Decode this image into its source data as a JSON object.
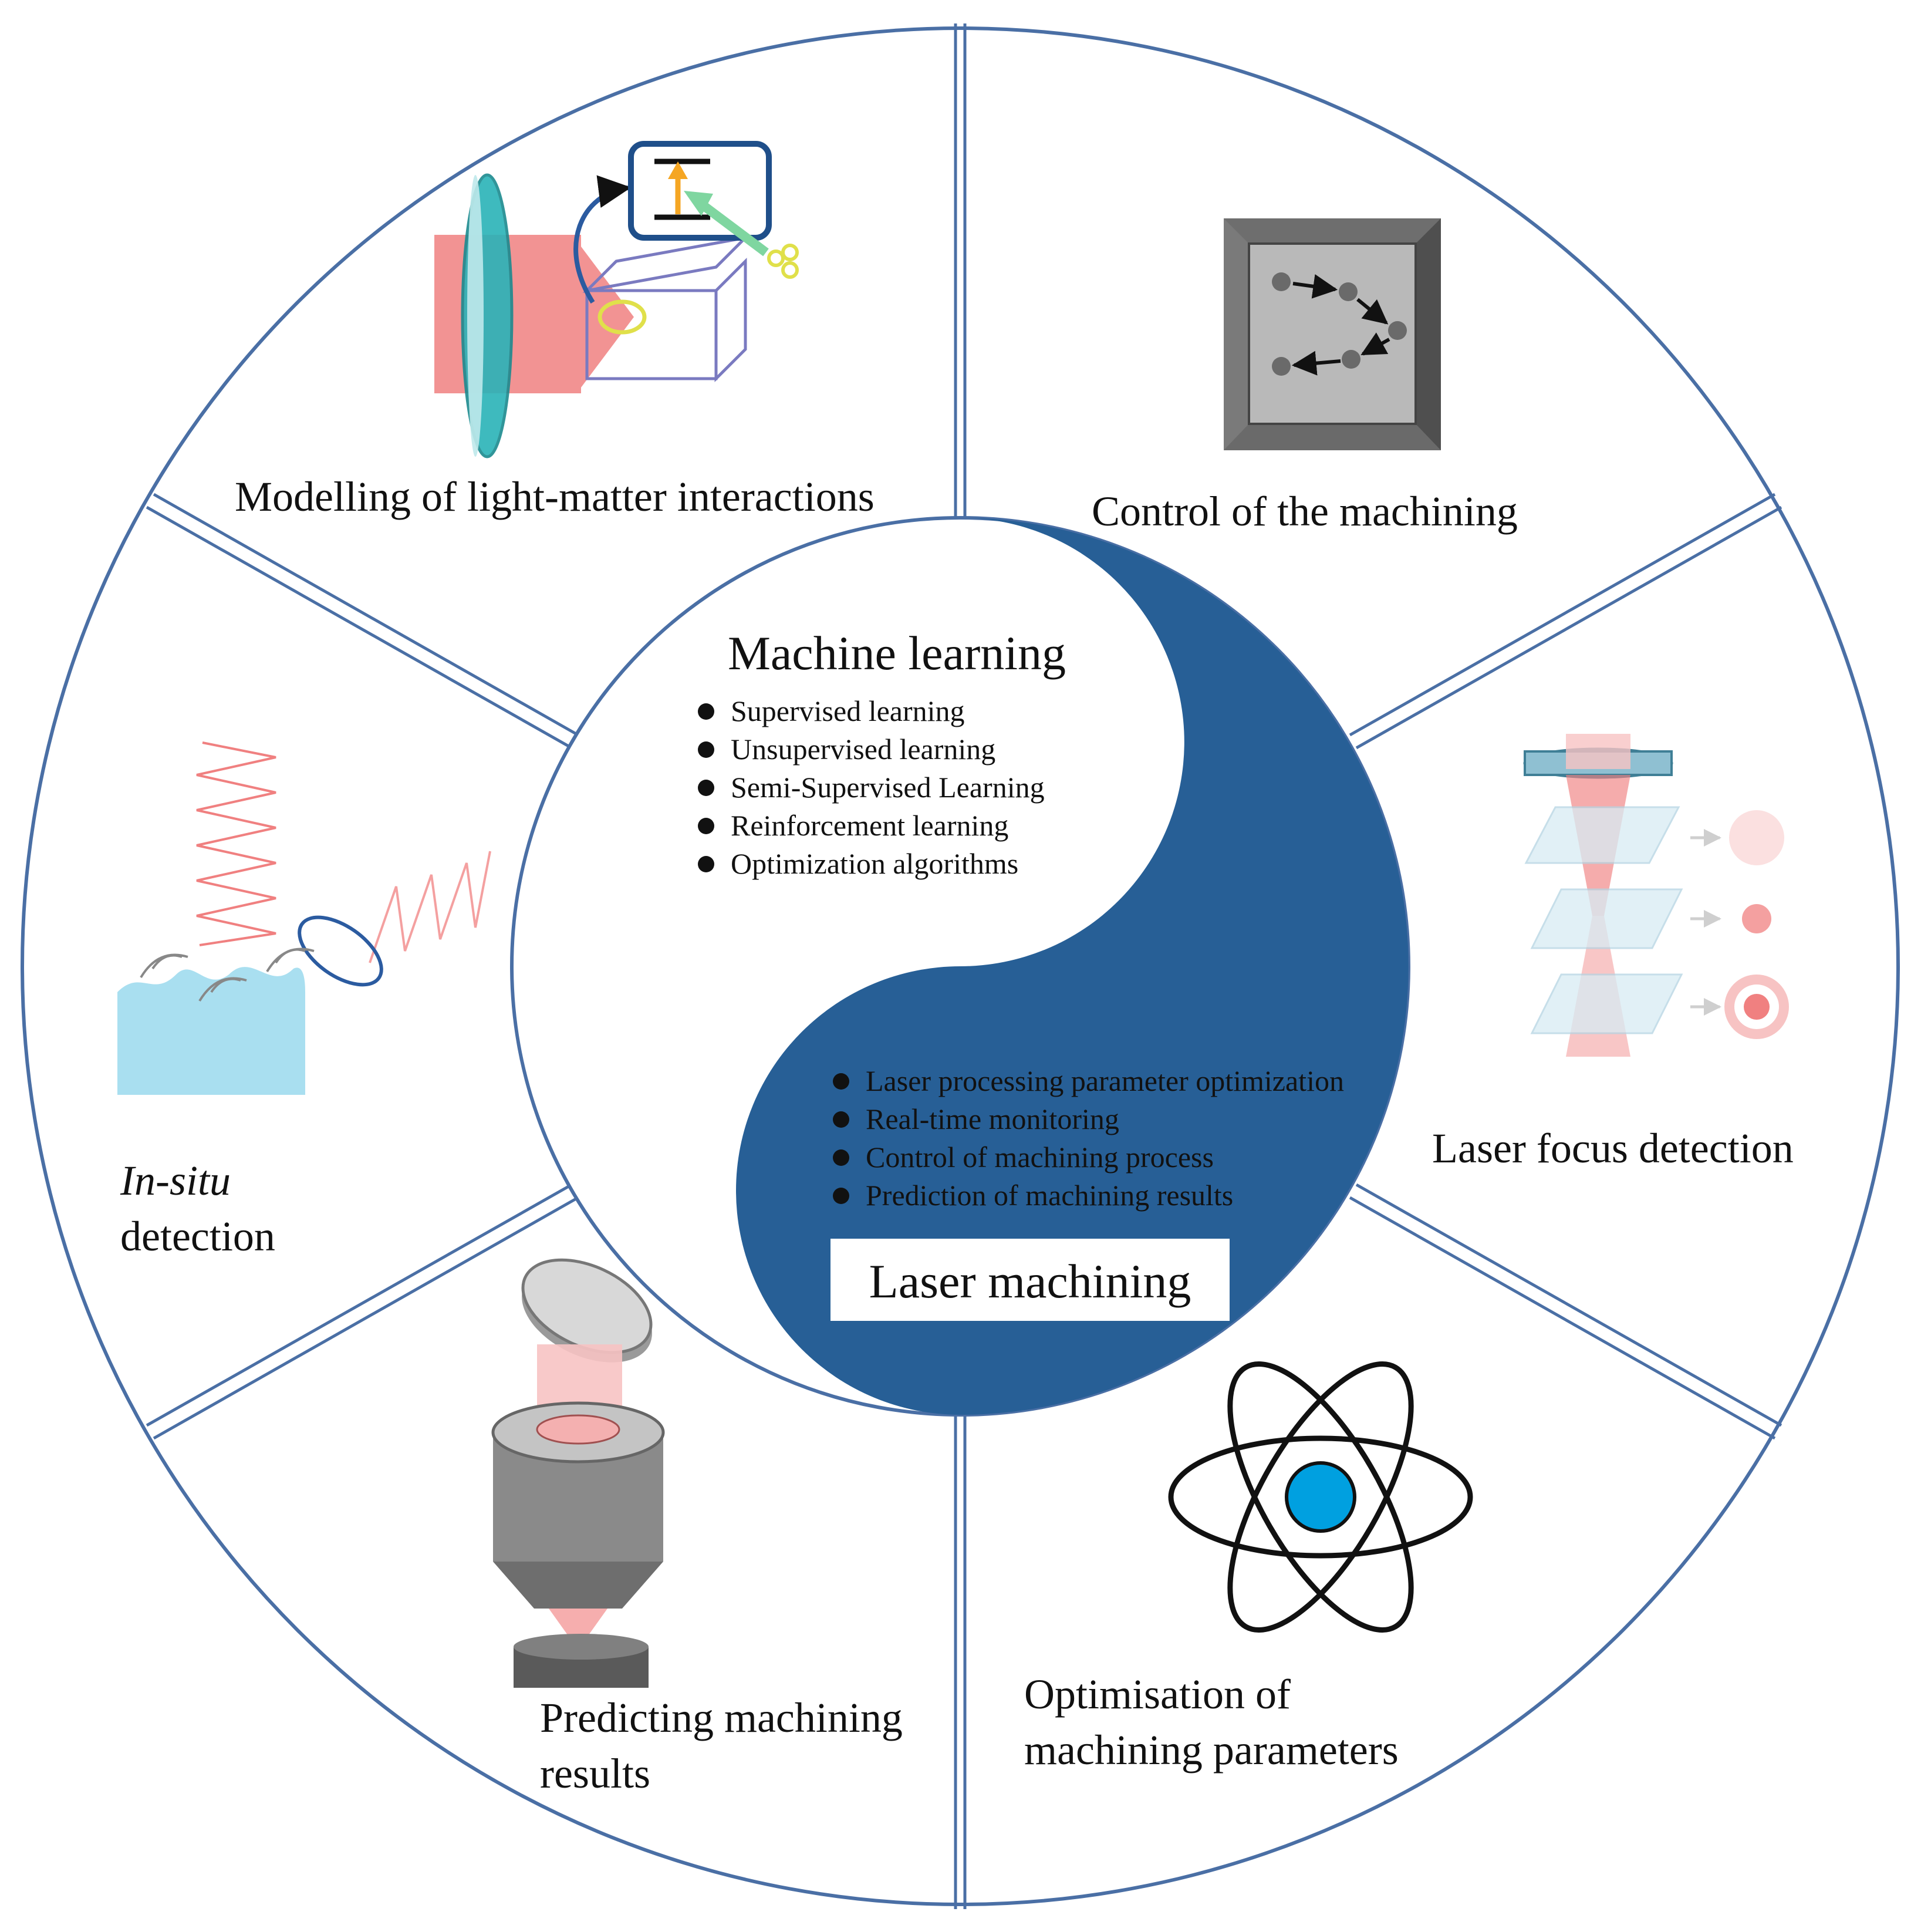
{
  "colors": {
    "ring_stroke": "#4a6fa5",
    "yang_fill": "#275f96",
    "laser_red": "#f08080",
    "laser_pink": "#f7c3c3",
    "glass_teal": "#2ab3b8",
    "water_blue": "#a9dff0",
    "atom_nucleus": "#00a0e0"
  },
  "segments": {
    "modelling": {
      "label": "Modelling of light-matter interactions"
    },
    "control": {
      "label": "Control of the machining"
    },
    "focus": {
      "label": "Laser focus detection"
    },
    "optimisation": {
      "line1": "Optimisation of",
      "line2": "machining parameters"
    },
    "predicting": {
      "line1": "Predicting machining",
      "line2": "results"
    },
    "insitu": {
      "line1": "In-situ",
      "line2": "detection"
    }
  },
  "machine_learning": {
    "title": "Machine learning",
    "items": [
      "Supervised learning",
      "Unsupervised learning",
      "Semi-Supervised Learning",
      "Reinforcement learning",
      "Optimization algorithms"
    ]
  },
  "laser_machining": {
    "title": "Laser machining",
    "items": [
      "Laser processing parameter optimization",
      "Real-time monitoring",
      "Control of machining process",
      "Prediction of machining results"
    ]
  },
  "icons": [
    "light-matter-icon",
    "machining-path-icon",
    "laser-focus-icon",
    "atom-icon",
    "microscope-objective-icon",
    "insitu-detection-icon"
  ]
}
